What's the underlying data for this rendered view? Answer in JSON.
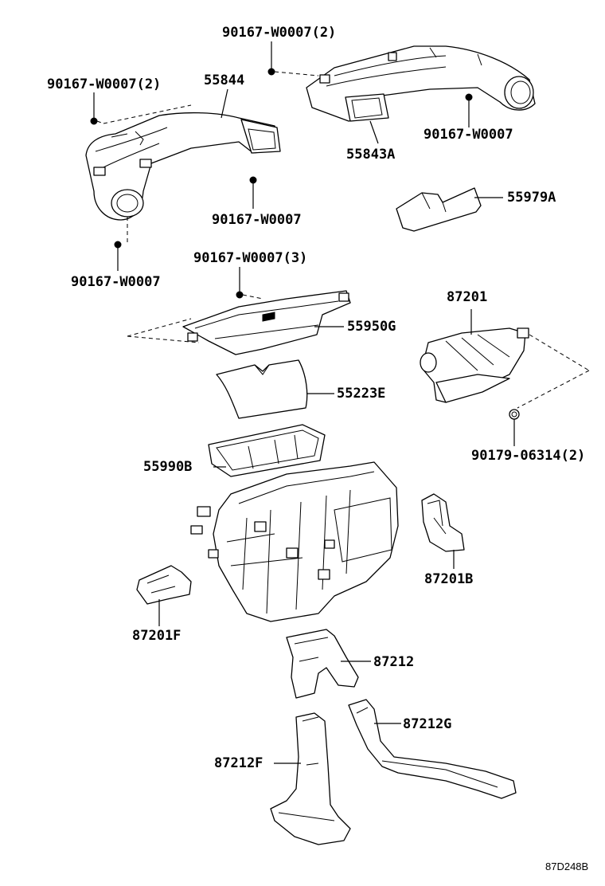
{
  "parts": [
    {
      "id": "l1",
      "text": "90167-W0007(2)"
    },
    {
      "id": "l2",
      "text": "90167-W0007(2)"
    },
    {
      "id": "l3",
      "text": "55844"
    },
    {
      "id": "l4",
      "text": "55843A"
    },
    {
      "id": "l5",
      "text": "90167-W0007"
    },
    {
      "id": "l6",
      "text": "90167-W0007"
    },
    {
      "id": "l7",
      "text": "55979A"
    },
    {
      "id": "l8",
      "text": "90167-W0007"
    },
    {
      "id": "l9",
      "text": "90167-W0007(3)"
    },
    {
      "id": "l10",
      "text": "55950G"
    },
    {
      "id": "l11",
      "text": "87201"
    },
    {
      "id": "l12",
      "text": "55223E"
    },
    {
      "id": "l13",
      "text": "90179-06314(2)"
    },
    {
      "id": "l14",
      "text": "55990B"
    },
    {
      "id": "l15",
      "text": "87201B"
    },
    {
      "id": "l16",
      "text": "87201F"
    },
    {
      "id": "l17",
      "text": "87212"
    },
    {
      "id": "l18",
      "text": "87212G"
    },
    {
      "id": "l19",
      "text": "87212F"
    }
  ],
  "figure_id": "87D248B"
}
